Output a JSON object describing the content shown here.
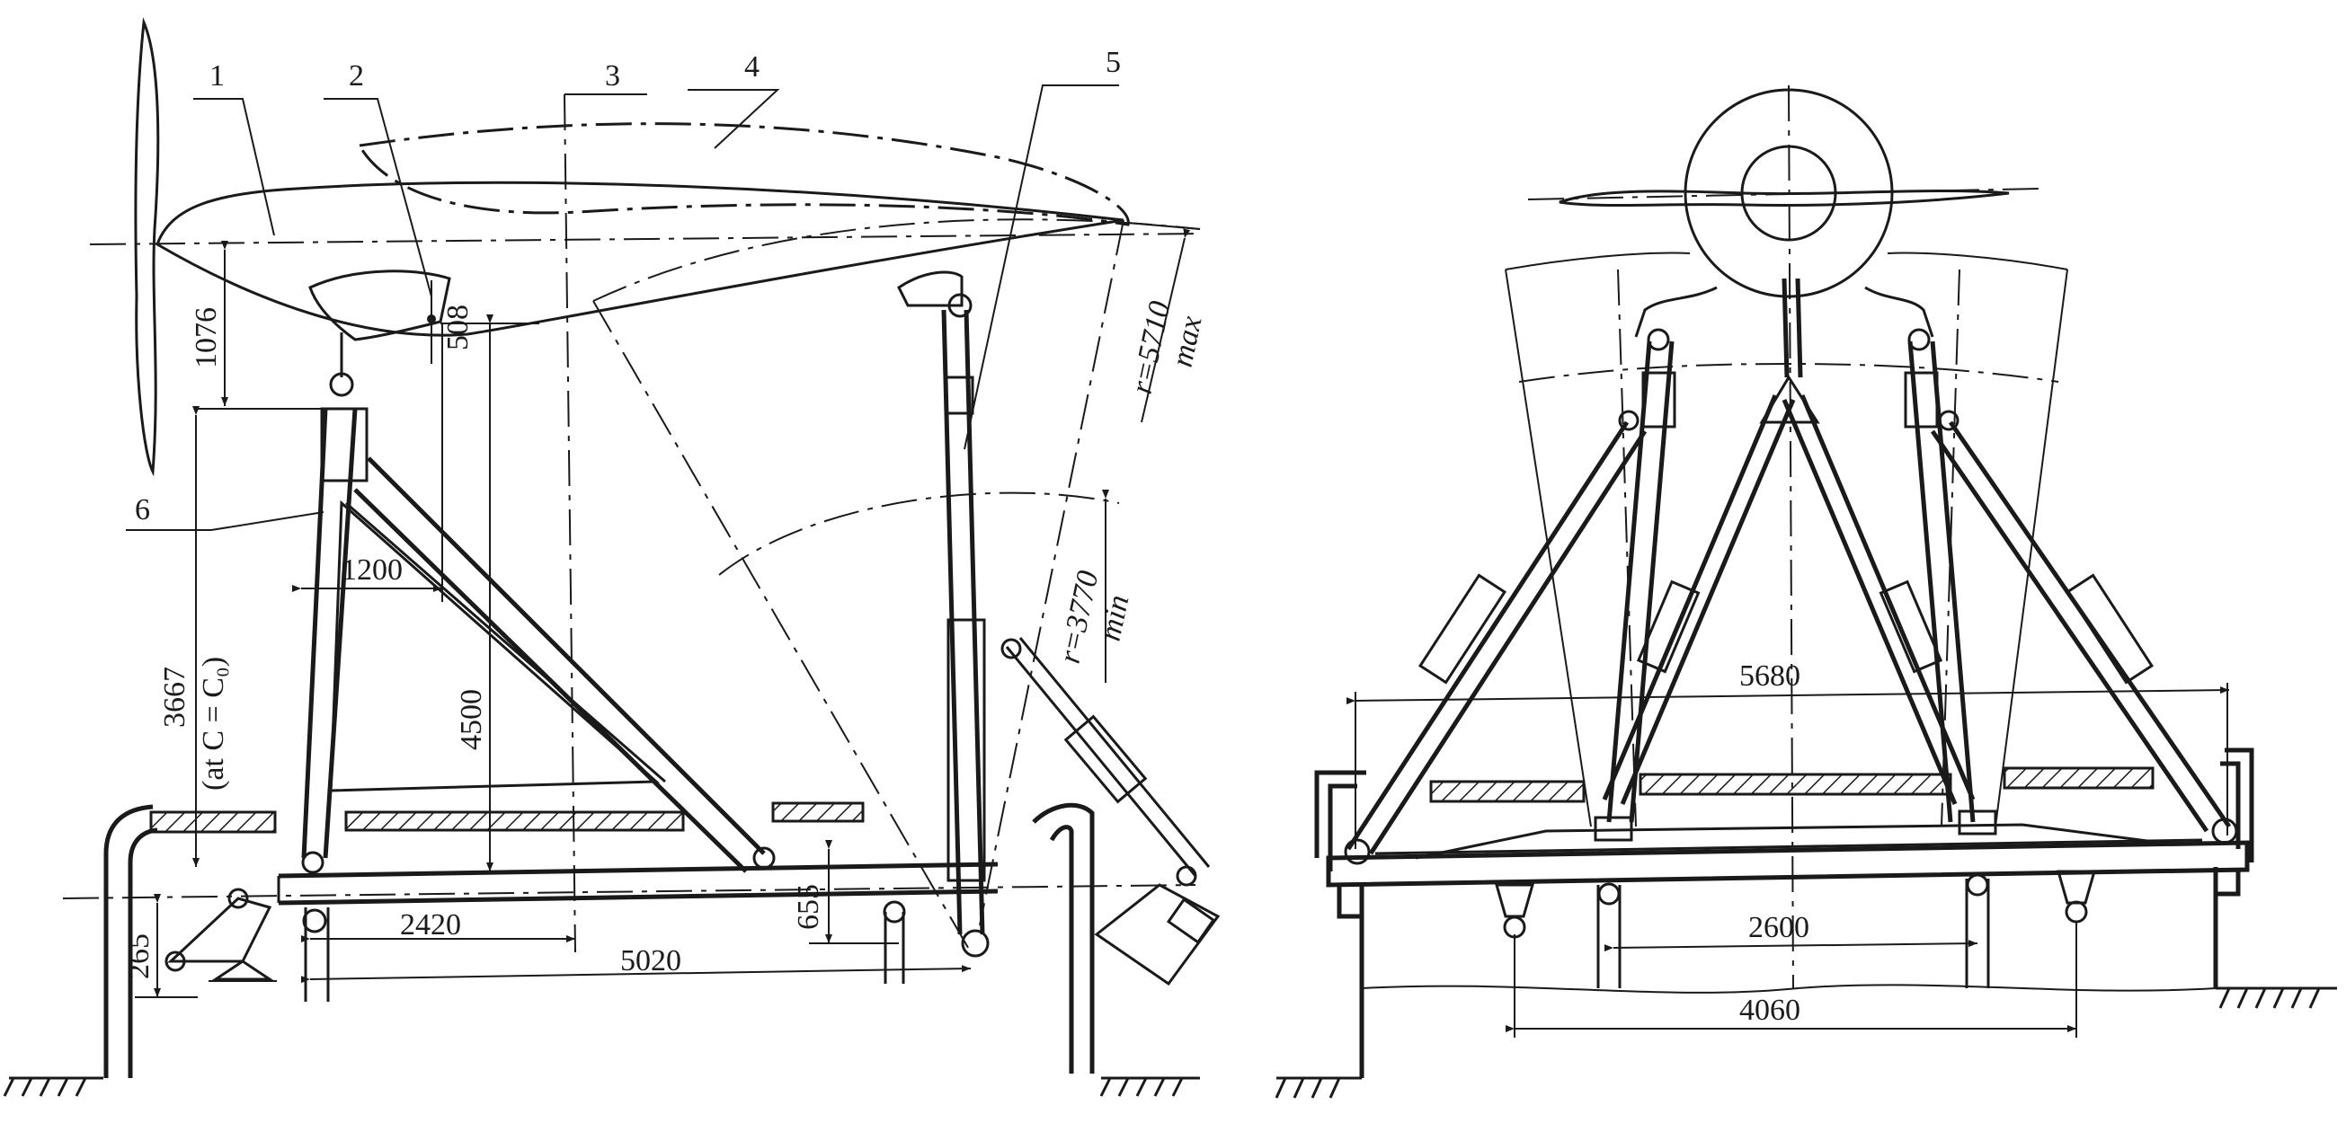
{
  "part_labels": [
    "1",
    "2",
    "3",
    "4",
    "5",
    "6"
  ],
  "dimensions": {
    "left": {
      "d1076": "1076",
      "d508": "508",
      "d3667": "3667",
      "d3667_note": "(at C = C₀)",
      "d1200": "1200",
      "d4500": "4500",
      "d265": "265",
      "d2420": "2420",
      "d655": "655",
      "d5020": "5020",
      "r_max": "r=5710",
      "r_max_note": "max",
      "r_min": "r=3770",
      "r_min_note": "min"
    },
    "right": {
      "d5680": "5680",
      "d2600": "2600",
      "d4060": "4060"
    }
  }
}
